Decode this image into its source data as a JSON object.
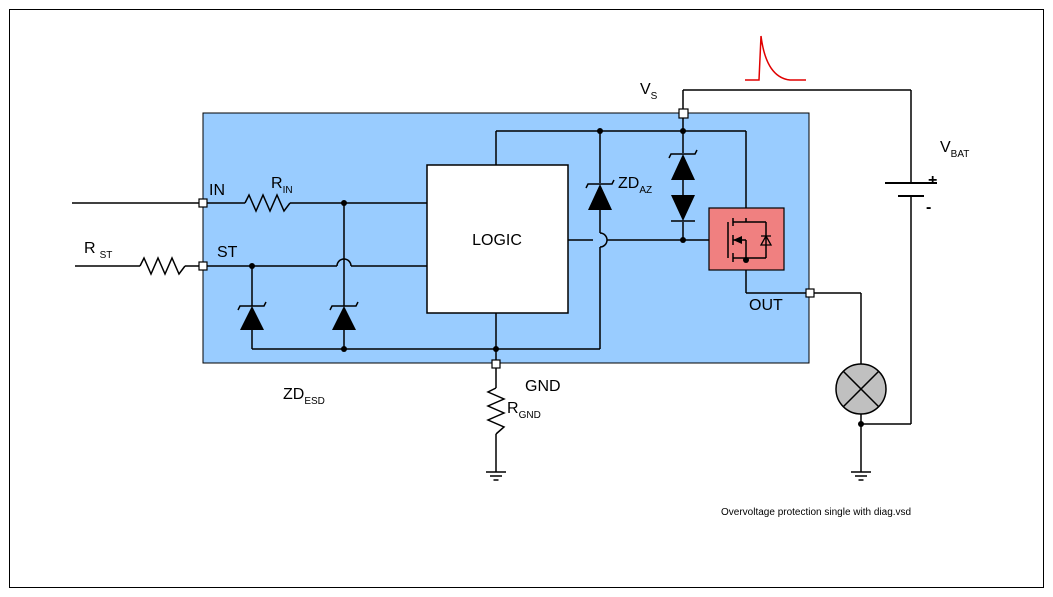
{
  "labels": {
    "in_pin": "IN",
    "r_in_main": "R",
    "r_in_sub": "IN",
    "r_st_main": "R",
    "r_st_sub": "ST",
    "st_pin": "ST",
    "logic": "LOGIC",
    "zd_az_main": "ZD",
    "zd_az_sub": "AZ",
    "vs_main": "V",
    "vs_sub": "S",
    "vbat_main": "V",
    "vbat_sub": "BAT",
    "vbat_plus": "+",
    "vbat_minus": "-",
    "out_pin": "OUT",
    "gnd_pin": "GND",
    "r_gnd_main": "R",
    "r_gnd_sub": "GND",
    "zd_esd_main": "ZD",
    "zd_esd_sub": "ESD"
  },
  "caption": "Overvoltage protection single with diag.vsd",
  "colors": {
    "chip_fill": "#99ccff",
    "mosfet_fill": "#f08080",
    "pulse": "#e00000",
    "wire": "#000000",
    "lamp_fill": "#c0c0c0"
  }
}
